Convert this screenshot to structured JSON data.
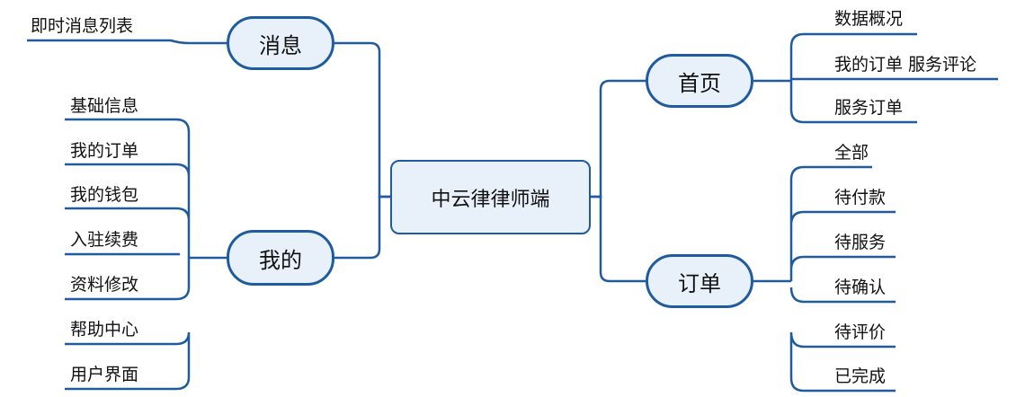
{
  "root": {
    "label": "中云律律师端"
  },
  "left_branches": [
    {
      "label": "消息",
      "children": [
        "即时消息列表"
      ]
    },
    {
      "label": "我的",
      "children": [
        "基础信息",
        "我的订单",
        "我的钱包",
        "入驻续费",
        "资料修改",
        "帮助中心",
        "用户界面"
      ]
    }
  ],
  "right_branches": [
    {
      "label": "首页",
      "children": [
        "数据概况",
        "我的订单 服务评论",
        "服务订单"
      ]
    },
    {
      "label": "订单",
      "children": [
        "全部",
        "待付款",
        "待服务",
        "待确认",
        "待评价",
        "已完成"
      ]
    }
  ],
  "colors": {
    "line": "#1f5b9e",
    "node_fill": "#e8f0fa",
    "root_fill": "#e8f0fa"
  }
}
